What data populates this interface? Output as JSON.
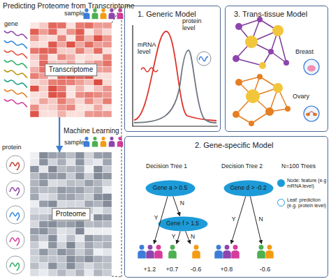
{
  "diagram": {
    "title": "Predicting Proteome from Transcriptome",
    "nodes": [
      {
        "text": [
          "Transcriptome"
        ]
      },
      {
        "text": [
          "Proteome"
        ]
      },
      {
        "text": [
          "1. Generic Model",
          "mRNA level",
          "protein level"
        ]
      },
      {
        "text": [
          "3. Trans-tissue Model",
          "Breast",
          "Ovary"
        ]
      },
      {
        "text": [
          "2. Gene-specific Model",
          "Decision Tree 1",
          "Decision Tree 2",
          "N=100 Trees"
        ]
      },
      {
        "text": [
          "Gene a > 0.5"
        ],
        "in": 4
      },
      {
        "text": [
          "Gene d > -0.2"
        ],
        "in": 4
      },
      {
        "text": [
          "Gene f > 1.5"
        ],
        "in": 4
      },
      {
        "text": [
          "+1.2"
        ],
        "in": 4
      },
      {
        "text": [
          "+0.7"
        ],
        "in": 4
      },
      {
        "text": [
          "-0.6"
        ],
        "in": 4
      },
      {
        "text": [
          "+0.8"
        ],
        "in": 4
      },
      {
        "text": [
          "-0.6"
        ],
        "in": 4
      }
    ],
    "edges": [
      {
        "from": 0,
        "to": 1,
        "arrow": "to",
        "label": "Machine Learning"
      },
      {
        "from": 5,
        "to": 8,
        "arrow": "to",
        "label": "Y"
      },
      {
        "from": 5,
        "to": 7,
        "arrow": "to",
        "label": "N"
      },
      {
        "from": 7,
        "to": 9,
        "arrow": "to",
        "label": "Y"
      },
      {
        "from": 7,
        "to": 10,
        "arrow": "to",
        "label": "N"
      },
      {
        "from": 6,
        "to": 11,
        "arrow": "to",
        "label": "Y"
      },
      {
        "from": 6,
        "to": 12,
        "arrow": "to",
        "label": "N"
      }
    ],
    "labels": [
      "gene",
      "sample",
      "protein",
      "sample"
    ],
    "legend": [
      {
        "text": "Node: feature (e.g mRNA level)",
        "color": "#1d9bd8"
      },
      {
        "text": "Leaf: prediction (e.g. protein level)"
      }
    ]
  }
}
